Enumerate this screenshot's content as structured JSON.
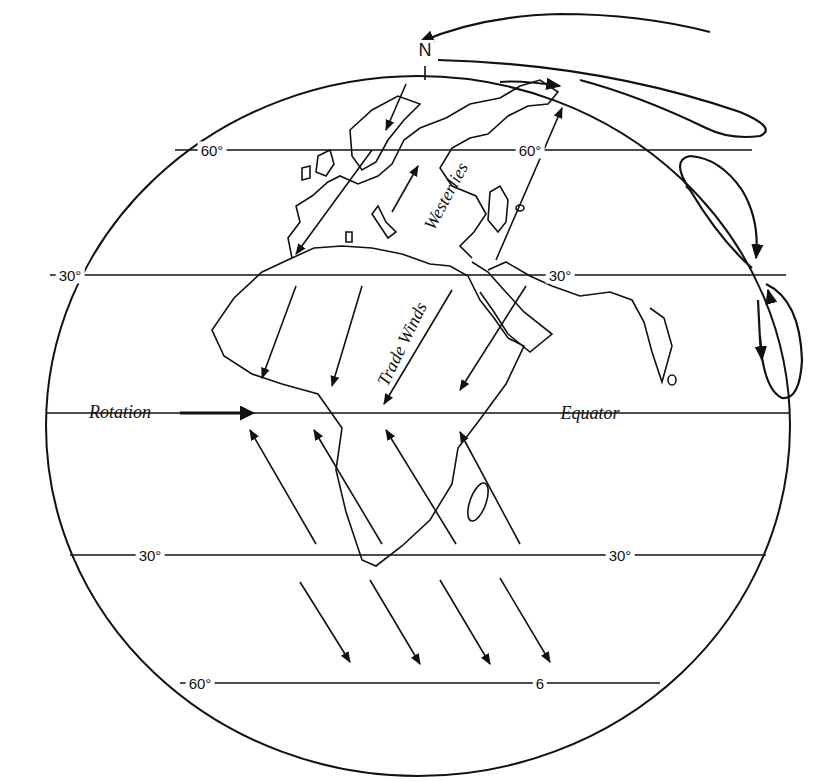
{
  "diagram": {
    "labels": [
      "N",
      "60°",
      "60°",
      "Westerlies",
      "30°",
      "30°",
      "Trade Winds",
      "Rotation",
      "Equator",
      "30°",
      "30°",
      "60°",
      "6"
    ]
  }
}
